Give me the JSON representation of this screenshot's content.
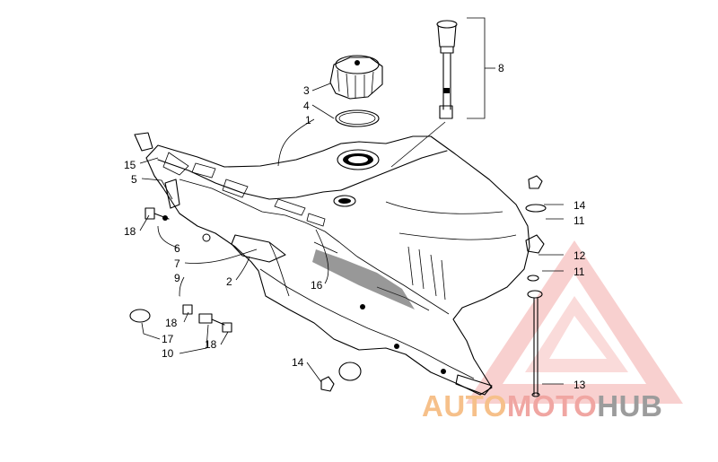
{
  "diagram": {
    "callouts": {
      "c1": "1",
      "c2": "2",
      "c3": "3",
      "c4": "4",
      "c5": "5",
      "c6": "6",
      "c7": "7",
      "c8": "8",
      "c9": "9",
      "c10": "10",
      "c11a": "11",
      "c11b": "11",
      "c12": "12",
      "c13": "13",
      "c14a": "14",
      "c14b": "14",
      "c15": "15",
      "c16": "16",
      "c17": "17",
      "c18a": "18",
      "c18b": "18",
      "c18c": "18"
    }
  },
  "watermark": {
    "part1": "AUTO",
    "part2": "MOTO",
    "part3": "HUB",
    "colors": {
      "auto": "#f6c08a",
      "moto": "#f0a6a2",
      "hub": "#9c9c9c",
      "triangle": "#e4423f"
    }
  }
}
